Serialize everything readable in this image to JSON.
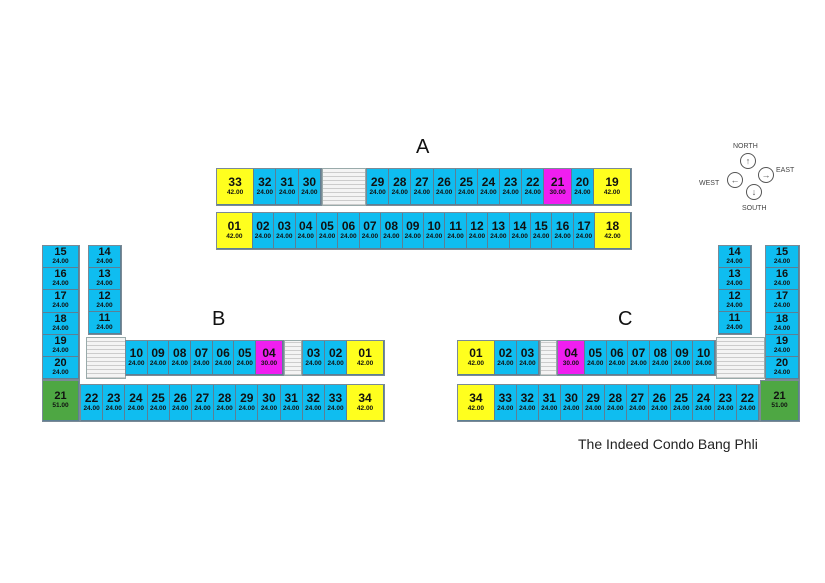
{
  "caption": "The Indeed Condo Bang Phli",
  "compass": {
    "north": "NORTH",
    "east": "EAST",
    "south": "SOUTH",
    "west": "WEST"
  },
  "colors": {
    "standard": "#0fbdf0",
    "large": "#ffff1e",
    "medium": "#f01ef0",
    "corner": "#4ea743"
  },
  "building_a": {
    "label": "A",
    "top_left": [
      {
        "n": "33",
        "a": "42.00",
        "t": "yellow"
      },
      {
        "n": "32",
        "a": "24.00",
        "t": "blue"
      },
      {
        "n": "31",
        "a": "24.00",
        "t": "blue"
      },
      {
        "n": "30",
        "a": "24.00",
        "t": "blue"
      }
    ],
    "top_right": [
      {
        "n": "29",
        "a": "24.00",
        "t": "blue"
      },
      {
        "n": "28",
        "a": "24.00",
        "t": "blue"
      },
      {
        "n": "27",
        "a": "24.00",
        "t": "blue"
      },
      {
        "n": "26",
        "a": "24.00",
        "t": "blue"
      },
      {
        "n": "25",
        "a": "24.00",
        "t": "blue"
      },
      {
        "n": "24",
        "a": "24.00",
        "t": "blue"
      },
      {
        "n": "23",
        "a": "24.00",
        "t": "blue"
      },
      {
        "n": "22",
        "a": "24.00",
        "t": "blue"
      },
      {
        "n": "21",
        "a": "30.00",
        "t": "magenta"
      },
      {
        "n": "20",
        "a": "24.00",
        "t": "blue"
      },
      {
        "n": "19",
        "a": "42.00",
        "t": "yellow"
      }
    ],
    "bottom": [
      {
        "n": "01",
        "a": "42.00",
        "t": "yellow"
      },
      {
        "n": "02",
        "a": "24.00",
        "t": "blue"
      },
      {
        "n": "03",
        "a": "24.00",
        "t": "blue"
      },
      {
        "n": "04",
        "a": "24.00",
        "t": "blue"
      },
      {
        "n": "05",
        "a": "24.00",
        "t": "blue"
      },
      {
        "n": "06",
        "a": "24.00",
        "t": "blue"
      },
      {
        "n": "07",
        "a": "24.00",
        "t": "blue"
      },
      {
        "n": "08",
        "a": "24.00",
        "t": "blue"
      },
      {
        "n": "09",
        "a": "24.00",
        "t": "blue"
      },
      {
        "n": "10",
        "a": "24.00",
        "t": "blue"
      },
      {
        "n": "11",
        "a": "24.00",
        "t": "blue"
      },
      {
        "n": "12",
        "a": "24.00",
        "t": "blue"
      },
      {
        "n": "13",
        "a": "24.00",
        "t": "blue"
      },
      {
        "n": "14",
        "a": "24.00",
        "t": "blue"
      },
      {
        "n": "15",
        "a": "24.00",
        "t": "blue"
      },
      {
        "n": "16",
        "a": "24.00",
        "t": "blue"
      },
      {
        "n": "17",
        "a": "24.00",
        "t": "blue"
      },
      {
        "n": "18",
        "a": "42.00",
        "t": "yellow"
      }
    ]
  },
  "building_b": {
    "label": "B",
    "outer_col": [
      {
        "n": "15",
        "a": "24.00",
        "t": "blue"
      },
      {
        "n": "16",
        "a": "24.00",
        "t": "blue"
      },
      {
        "n": "17",
        "a": "24.00",
        "t": "blue"
      },
      {
        "n": "18",
        "a": "24.00",
        "t": "blue"
      },
      {
        "n": "19",
        "a": "24.00",
        "t": "blue"
      },
      {
        "n": "20",
        "a": "24.00",
        "t": "blue"
      }
    ],
    "inner_col": [
      {
        "n": "14",
        "a": "24.00",
        "t": "blue"
      },
      {
        "n": "13",
        "a": "24.00",
        "t": "blue"
      },
      {
        "n": "12",
        "a": "24.00",
        "t": "blue"
      },
      {
        "n": "11",
        "a": "24.00",
        "t": "blue"
      }
    ],
    "corner": [
      {
        "n": "21",
        "a": "51.00",
        "t": "green"
      }
    ],
    "top_left": [
      {
        "n": "10",
        "a": "24.00",
        "t": "blue"
      },
      {
        "n": "09",
        "a": "24.00",
        "t": "blue"
      },
      {
        "n": "08",
        "a": "24.00",
        "t": "blue"
      },
      {
        "n": "07",
        "a": "24.00",
        "t": "blue"
      },
      {
        "n": "06",
        "a": "24.00",
        "t": "blue"
      },
      {
        "n": "05",
        "a": "24.00",
        "t": "blue"
      },
      {
        "n": "04",
        "a": "30.00",
        "t": "magenta"
      }
    ],
    "top_right": [
      {
        "n": "03",
        "a": "24.00",
        "t": "blue"
      },
      {
        "n": "02",
        "a": "24.00",
        "t": "blue"
      },
      {
        "n": "01",
        "a": "42.00",
        "t": "yellow"
      }
    ],
    "bottom": [
      {
        "n": "22",
        "a": "24.00",
        "t": "blue"
      },
      {
        "n": "23",
        "a": "24.00",
        "t": "blue"
      },
      {
        "n": "24",
        "a": "24.00",
        "t": "blue"
      },
      {
        "n": "25",
        "a": "24.00",
        "t": "blue"
      },
      {
        "n": "26",
        "a": "24.00",
        "t": "blue"
      },
      {
        "n": "27",
        "a": "24.00",
        "t": "blue"
      },
      {
        "n": "28",
        "a": "24.00",
        "t": "blue"
      },
      {
        "n": "29",
        "a": "24.00",
        "t": "blue"
      },
      {
        "n": "30",
        "a": "24.00",
        "t": "blue"
      },
      {
        "n": "31",
        "a": "24.00",
        "t": "blue"
      },
      {
        "n": "32",
        "a": "24.00",
        "t": "blue"
      },
      {
        "n": "33",
        "a": "24.00",
        "t": "blue"
      },
      {
        "n": "34",
        "a": "42.00",
        "t": "yellow"
      }
    ]
  },
  "building_c": {
    "label": "C",
    "top_left": [
      {
        "n": "01",
        "a": "42.00",
        "t": "yellow"
      },
      {
        "n": "02",
        "a": "24.00",
        "t": "blue"
      },
      {
        "n": "03",
        "a": "24.00",
        "t": "blue"
      }
    ],
    "top_right": [
      {
        "n": "04",
        "a": "30.00",
        "t": "magenta"
      },
      {
        "n": "05",
        "a": "24.00",
        "t": "blue"
      },
      {
        "n": "06",
        "a": "24.00",
        "t": "blue"
      },
      {
        "n": "07",
        "a": "24.00",
        "t": "blue"
      },
      {
        "n": "08",
        "a": "24.00",
        "t": "blue"
      },
      {
        "n": "09",
        "a": "24.00",
        "t": "blue"
      },
      {
        "n": "10",
        "a": "24.00",
        "t": "blue"
      }
    ],
    "bottom": [
      {
        "n": "34",
        "a": "42.00",
        "t": "yellow"
      },
      {
        "n": "33",
        "a": "24.00",
        "t": "blue"
      },
      {
        "n": "32",
        "a": "24.00",
        "t": "blue"
      },
      {
        "n": "31",
        "a": "24.00",
        "t": "blue"
      },
      {
        "n": "30",
        "a": "24.00",
        "t": "blue"
      },
      {
        "n": "29",
        "a": "24.00",
        "t": "blue"
      },
      {
        "n": "28",
        "a": "24.00",
        "t": "blue"
      },
      {
        "n": "27",
        "a": "24.00",
        "t": "blue"
      },
      {
        "n": "26",
        "a": "24.00",
        "t": "blue"
      },
      {
        "n": "25",
        "a": "24.00",
        "t": "blue"
      },
      {
        "n": "24",
        "a": "24.00",
        "t": "blue"
      },
      {
        "n": "23",
        "a": "24.00",
        "t": "blue"
      },
      {
        "n": "22",
        "a": "24.00",
        "t": "blue"
      }
    ],
    "corner": [
      {
        "n": "21",
        "a": "51.00",
        "t": "green"
      }
    ],
    "inner_col": [
      {
        "n": "14",
        "a": "24.00",
        "t": "blue"
      },
      {
        "n": "13",
        "a": "24.00",
        "t": "blue"
      },
      {
        "n": "12",
        "a": "24.00",
        "t": "blue"
      },
      {
        "n": "11",
        "a": "24.00",
        "t": "blue"
      }
    ],
    "outer_col": [
      {
        "n": "15",
        "a": "24.00",
        "t": "blue"
      },
      {
        "n": "16",
        "a": "24.00",
        "t": "blue"
      },
      {
        "n": "17",
        "a": "24.00",
        "t": "blue"
      },
      {
        "n": "18",
        "a": "24.00",
        "t": "blue"
      },
      {
        "n": "19",
        "a": "24.00",
        "t": "blue"
      },
      {
        "n": "20",
        "a": "24.00",
        "t": "blue"
      }
    ]
  }
}
